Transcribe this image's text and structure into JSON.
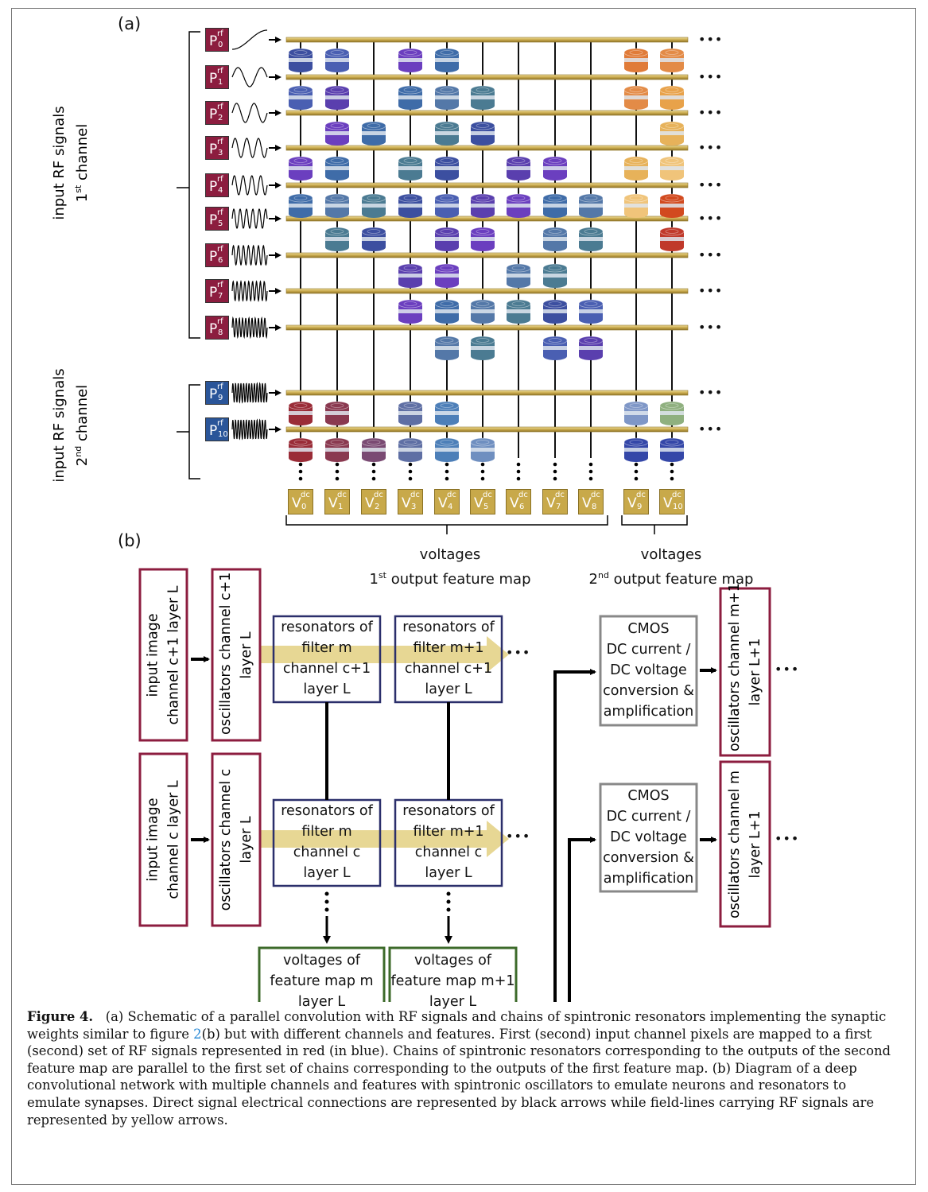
{
  "panel_a": {
    "label": "(a)",
    "input_signals": [
      {
        "base": "P",
        "sup": "rf",
        "sub": "0"
      },
      {
        "base": "P",
        "sup": "rf",
        "sub": "1"
      },
      {
        "base": "P",
        "sup": "rf",
        "sub": "2"
      },
      {
        "base": "P",
        "sup": "rf",
        "sub": "3"
      },
      {
        "base": "P",
        "sup": "rf",
        "sub": "4"
      },
      {
        "base": "P",
        "sup": "rf",
        "sub": "5"
      },
      {
        "base": "P",
        "sup": "rf",
        "sub": "6"
      },
      {
        "base": "P",
        "sup": "rf",
        "sub": "7"
      },
      {
        "base": "P",
        "sup": "rf",
        "sub": "8"
      },
      {
        "base": "P",
        "sup": "rf",
        "sub": "9"
      },
      {
        "base": "P",
        "sup": "rf",
        "sub": "10"
      }
    ],
    "output_voltages": [
      {
        "base": "V",
        "sup": "dc",
        "sub": "0"
      },
      {
        "base": "V",
        "sup": "dc",
        "sub": "1"
      },
      {
        "base": "V",
        "sup": "dc",
        "sub": "2"
      },
      {
        "base": "V",
        "sup": "dc",
        "sub": "3"
      },
      {
        "base": "V",
        "sup": "dc",
        "sub": "4"
      },
      {
        "base": "V",
        "sup": "dc",
        "sub": "5"
      },
      {
        "base": "V",
        "sup": "dc",
        "sub": "6"
      },
      {
        "base": "V",
        "sup": "dc",
        "sub": "7"
      },
      {
        "base": "V",
        "sup": "dc",
        "sub": "8"
      },
      {
        "base": "V",
        "sup": "dc",
        "sub": "9"
      },
      {
        "base": "V",
        "sup": "dc",
        "sub": "10"
      }
    ],
    "channel1_label_line1": "input RF signals",
    "channel1_label_line2_a": "1",
    "channel1_label_line2_sup": "st",
    "channel1_label_line2_b": " channel",
    "channel2_label_line1": "input RF signals",
    "channel2_label_line2_a": "2",
    "channel2_label_line2_sup": "nd",
    "channel2_label_line2_b": " channel",
    "map1_line1": "voltages",
    "map1_line2_a": "1",
    "map1_line2_sup": "st",
    "map1_line2_b": " output feature map",
    "map2_line1": "voltages",
    "map2_line2_a": "2",
    "map2_line2_sup": "nd",
    "map2_line2_b": " output feature map",
    "ellipsis": "•••",
    "colors": {
      "channel1_tile": "#8c1d3f",
      "channel2_tile": "#2a5599",
      "voltage_tile": "#c8a94a",
      "field_line": "#d8c073"
    }
  },
  "panel_b": {
    "label": "(b)",
    "input_c1": [
      "input image",
      "channel c+1 layer L"
    ],
    "input_c": [
      "input image",
      "channel c layer L"
    ],
    "osc_c1": [
      "oscillators channel c+1",
      "layer L"
    ],
    "osc_c": [
      "oscillators channel c",
      "layer L"
    ],
    "res_m_c1": [
      "resonators of",
      "filter m",
      "channel c+1",
      "layer L"
    ],
    "res_m1_c1": [
      "resonators of",
      "filter m+1",
      "channel c+1",
      "layer L"
    ],
    "res_m_c": [
      "resonators of",
      "filter m",
      "channel c",
      "layer L"
    ],
    "res_m1_c": [
      "resonators of",
      "filter m+1",
      "channel c",
      "layer L"
    ],
    "volt_m": [
      "voltages of",
      "feature map m",
      "layer L"
    ],
    "volt_m1": [
      "voltages of",
      "feature map m+1",
      "layer L"
    ],
    "cmos_top": [
      "CMOS",
      "DC current /",
      "DC voltage",
      "conversion &",
      "amplification"
    ],
    "cmos_bottom": [
      "CMOS",
      "DC current /",
      "DC voltage",
      "conversion &",
      "amplification"
    ],
    "osc_out_m1": [
      "oscillators channel m+1",
      "layer L+1"
    ],
    "osc_out_m": [
      "oscillators channel m",
      "layer L+1"
    ],
    "ellipsis": "•••",
    "colors": {
      "input_box": "#8c1d3f",
      "resonator_box": "#2b2f6b",
      "voltage_box": "#3c6a2a",
      "cmos_box": "#888888",
      "field_arrow": "#e6d58e"
    }
  },
  "caption": {
    "head": "Figure 4.",
    "p1": "(a) Schematic of a parallel convolution with RF signals and chains of spintronic resonators implementing the synaptic weights similar to figure ",
    "ref": "2",
    "p2": "(b) but with different channels and features. First (second) input channel pixels are mapped to a first (second) set of RF signals represented in red (in blue). Chains of spintronic resonators corresponding to the outputs of the second feature map are parallel to the first set of chains corresponding to the outputs of the first feature map. (b) Diagram of a deep convolutional network with multiple channels and features with spintronic oscillators to emulate neurons and resonators to emulate synapses. Direct signal electrical connections are represented by black arrows while field-lines carrying RF signals are represented by yellow arrows."
  }
}
